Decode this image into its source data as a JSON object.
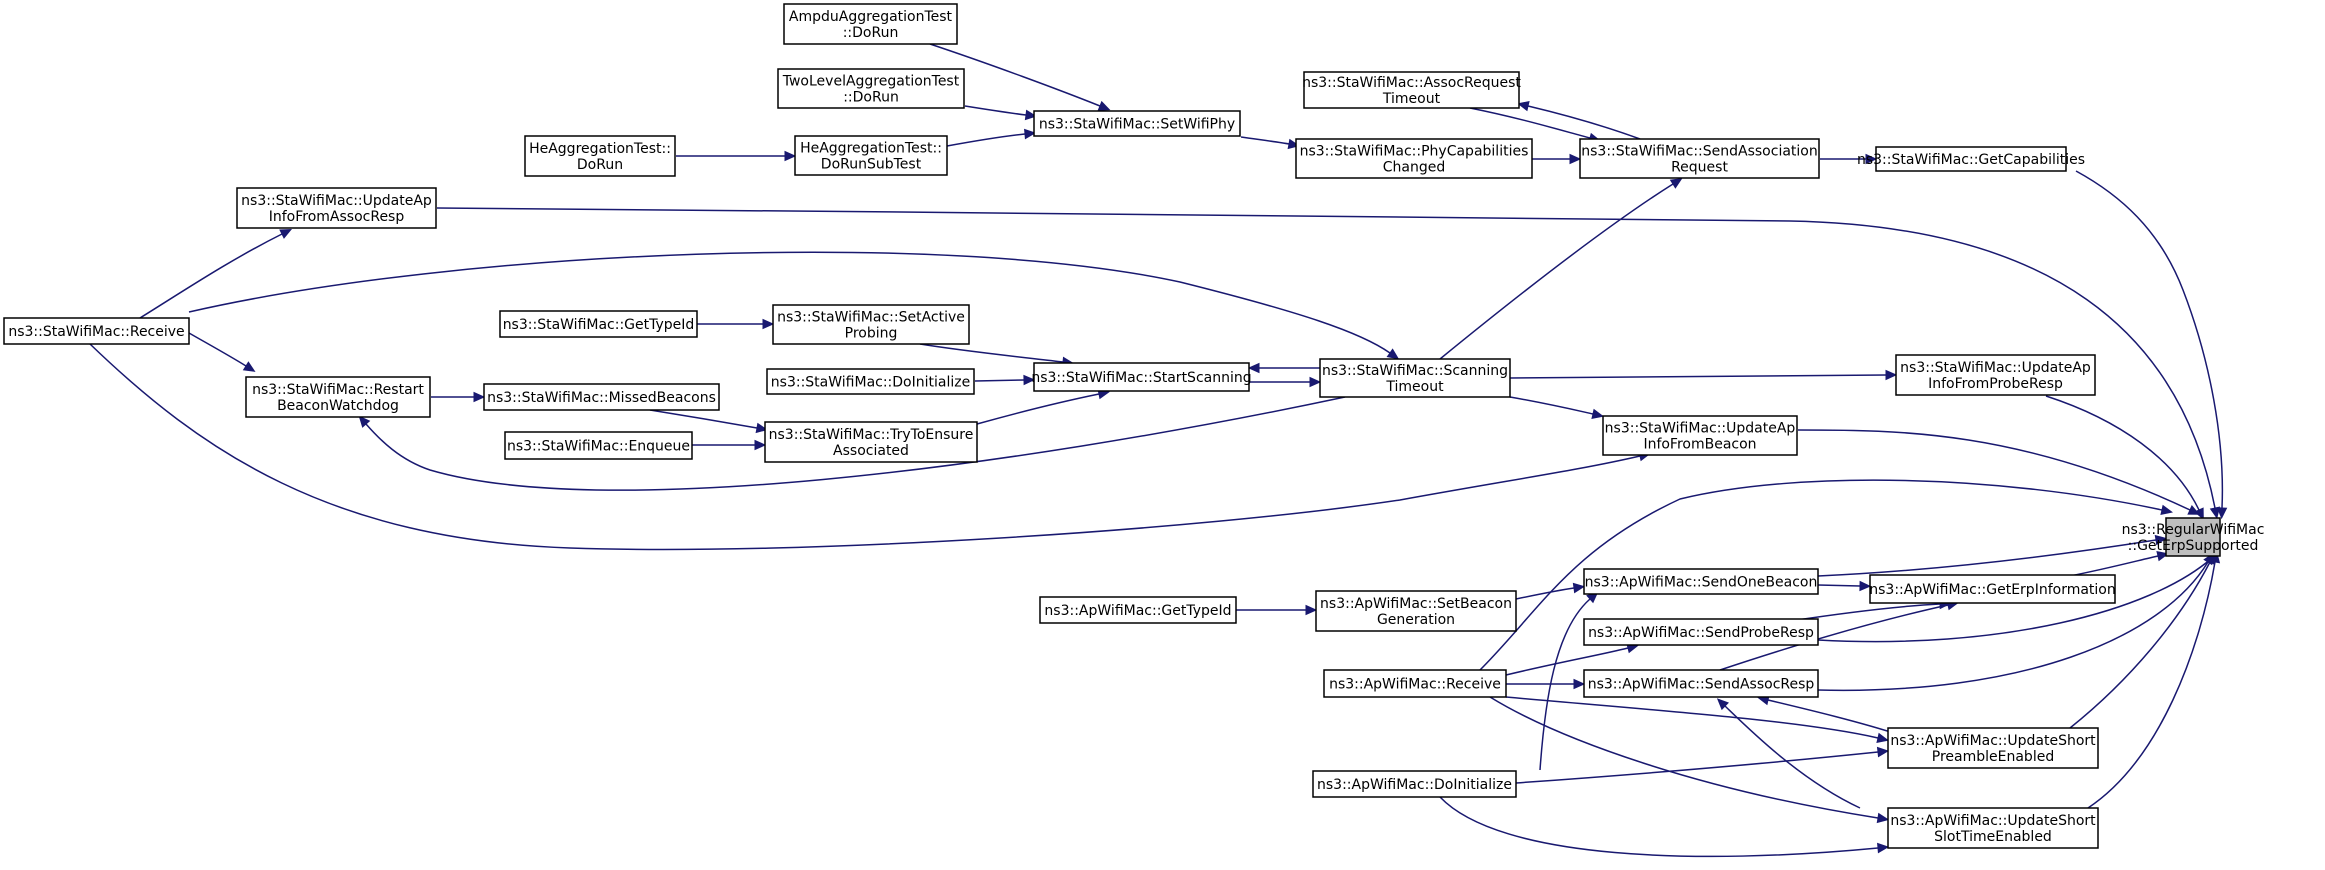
{
  "colors": {
    "edge": "#191970",
    "node_border": "#000000",
    "target_fill": "#bfbfbf",
    "background": "#ffffff"
  },
  "nodes": [
    {
      "id": "regular_geterp",
      "lines": [
        "ns3::RegularWifiMac",
        "::GetErpSupported"
      ],
      "highlight": true
    },
    {
      "id": "sta_getcaps",
      "lines": [
        "ns3::StaWifiMac::GetCapabilities"
      ]
    },
    {
      "id": "sta_sendassoc",
      "lines": [
        "ns3::StaWifiMac::SendAssociation",
        "Request"
      ]
    },
    {
      "id": "sta_assoctimeout",
      "lines": [
        "ns3::StaWifiMac::AssocRequest",
        "Timeout"
      ]
    },
    {
      "id": "sta_phycaps",
      "lines": [
        "ns3::StaWifiMac::PhyCapabilities",
        "Changed"
      ]
    },
    {
      "id": "sta_setwifiphy",
      "lines": [
        "ns3::StaWifiMac::SetWifiPhy"
      ]
    },
    {
      "id": "ampdu_dorun",
      "lines": [
        "AmpduAggregationTest",
        "::DoRun"
      ]
    },
    {
      "id": "twolevel_dorun",
      "lines": [
        "TwoLevelAggregationTest",
        "::DoRun"
      ]
    },
    {
      "id": "he_dorunsub",
      "lines": [
        "HeAggregationTest::",
        "DoRunSubTest"
      ]
    },
    {
      "id": "he_dorun",
      "lines": [
        "HeAggregationTest::",
        "DoRun"
      ]
    },
    {
      "id": "sta_updapassoc",
      "lines": [
        "ns3::StaWifiMac::UpdateAp",
        "InfoFromAssocResp"
      ]
    },
    {
      "id": "sta_receive",
      "lines": [
        "ns3::StaWifiMac::Receive"
      ]
    },
    {
      "id": "sta_scantimeout",
      "lines": [
        "ns3::StaWifiMac::Scanning",
        "Timeout"
      ]
    },
    {
      "id": "sta_startscan",
      "lines": [
        "ns3::StaWifiMac::StartScanning"
      ]
    },
    {
      "id": "sta_setactive",
      "lines": [
        "ns3::StaWifiMac::SetActive",
        "Probing"
      ]
    },
    {
      "id": "sta_gettypeid",
      "lines": [
        "ns3::StaWifiMac::GetTypeId"
      ]
    },
    {
      "id": "sta_doinit",
      "lines": [
        "ns3::StaWifiMac::DoInitialize"
      ]
    },
    {
      "id": "sta_tryassoc",
      "lines": [
        "ns3::StaWifiMac::TryToEnsure",
        "Associated"
      ]
    },
    {
      "id": "sta_enqueue",
      "lines": [
        "ns3::StaWifiMac::Enqueue"
      ]
    },
    {
      "id": "sta_missed",
      "lines": [
        "ns3::StaWifiMac::MissedBeacons"
      ]
    },
    {
      "id": "sta_restart",
      "lines": [
        "ns3::StaWifiMac::Restart",
        "BeaconWatchdog"
      ]
    },
    {
      "id": "sta_updapprobe",
      "lines": [
        "ns3::StaWifiMac::UpdateAp",
        "InfoFromProbeResp"
      ]
    },
    {
      "id": "sta_updapbeacon",
      "lines": [
        "ns3::StaWifiMac::UpdateAp",
        "InfoFromBeacon"
      ]
    },
    {
      "id": "ap_sendbeacon",
      "lines": [
        "ns3::ApWifiMac::SendOneBeacon"
      ]
    },
    {
      "id": "ap_geterpinfo",
      "lines": [
        "ns3::ApWifiMac::GetErpInformation"
      ]
    },
    {
      "id": "ap_setbeacon",
      "lines": [
        "ns3::ApWifiMac::SetBeacon",
        "Generation"
      ]
    },
    {
      "id": "ap_gettypeid",
      "lines": [
        "ns3::ApWifiMac::GetTypeId"
      ]
    },
    {
      "id": "ap_sendprobe",
      "lines": [
        "ns3::ApWifiMac::SendProbeResp"
      ]
    },
    {
      "id": "ap_receive",
      "lines": [
        "ns3::ApWifiMac::Receive"
      ]
    },
    {
      "id": "ap_sendassoc",
      "lines": [
        "ns3::ApWifiMac::SendAssocResp"
      ]
    },
    {
      "id": "ap_updpreamble",
      "lines": [
        "ns3::ApWifiMac::UpdateShort",
        "PreambleEnabled"
      ]
    },
    {
      "id": "ap_doinit",
      "lines": [
        "ns3::ApWifiMac::DoInitialize"
      ]
    },
    {
      "id": "ap_updslot",
      "lines": [
        "ns3::ApWifiMac::UpdateShort",
        "SlotTimeEnabled"
      ]
    }
  ],
  "edges": [
    {
      "from": "sta_getcaps",
      "to": "regular_geterp"
    },
    {
      "from": "sta_sendassoc",
      "to": "sta_getcaps"
    },
    {
      "from": "sta_assoctimeout",
      "to": "sta_sendassoc"
    },
    {
      "from": "sta_sendassoc",
      "to": "sta_assoctimeout"
    },
    {
      "from": "sta_phycaps",
      "to": "sta_sendassoc"
    },
    {
      "from": "sta_setwifiphy",
      "to": "sta_phycaps"
    },
    {
      "from": "ampdu_dorun",
      "to": "sta_setwifiphy"
    },
    {
      "from": "twolevel_dorun",
      "to": "sta_setwifiphy"
    },
    {
      "from": "he_dorunsub",
      "to": "sta_setwifiphy"
    },
    {
      "from": "he_dorun",
      "to": "he_dorunsub"
    },
    {
      "from": "sta_scantimeout",
      "to": "sta_sendassoc"
    },
    {
      "from": "sta_updapassoc",
      "to": "regular_geterp"
    },
    {
      "from": "sta_receive",
      "to": "sta_updapassoc"
    },
    {
      "from": "sta_receive",
      "to": "sta_scantimeout"
    },
    {
      "from": "sta_startscan",
      "to": "sta_scantimeout"
    },
    {
      "from": "sta_scantimeout",
      "to": "sta_startscan"
    },
    {
      "from": "sta_setactive",
      "to": "sta_startscan"
    },
    {
      "from": "sta_gettypeid",
      "to": "sta_setactive"
    },
    {
      "from": "sta_doinit",
      "to": "sta_startscan"
    },
    {
      "from": "sta_tryassoc",
      "to": "sta_startscan"
    },
    {
      "from": "sta_enqueue",
      "to": "sta_tryassoc"
    },
    {
      "from": "sta_missed",
      "to": "sta_tryassoc"
    },
    {
      "from": "sta_restart",
      "to": "sta_missed"
    },
    {
      "from": "sta_receive",
      "to": "sta_restart"
    },
    {
      "from": "sta_scantimeout",
      "to": "sta_restart"
    },
    {
      "from": "sta_scantimeout",
      "to": "sta_updapprobe"
    },
    {
      "from": "sta_updapprobe",
      "to": "regular_geterp"
    },
    {
      "from": "sta_scantimeout",
      "to": "sta_updapbeacon"
    },
    {
      "from": "sta_updapbeacon",
      "to": "regular_geterp"
    },
    {
      "from": "sta_receive",
      "to": "sta_updapbeacon"
    },
    {
      "from": "ap_receive",
      "to": "regular_geterp"
    },
    {
      "from": "ap_sendbeacon",
      "to": "regular_geterp"
    },
    {
      "from": "ap_sendbeacon",
      "to": "ap_geterpinfo"
    },
    {
      "from": "ap_geterpinfo",
      "to": "regular_geterp"
    },
    {
      "from": "ap_setbeacon",
      "to": "ap_sendbeacon"
    },
    {
      "from": "ap_gettypeid",
      "to": "ap_setbeacon"
    },
    {
      "from": "ap_doinit",
      "to": "ap_sendbeacon"
    },
    {
      "from": "ap_sendprobe",
      "to": "ap_geterpinfo"
    },
    {
      "from": "ap_sendprobe",
      "to": "regular_geterp"
    },
    {
      "from": "ap_receive",
      "to": "ap_sendprobe"
    },
    {
      "from": "ap_sendassoc",
      "to": "ap_geterpinfo"
    },
    {
      "from": "ap_sendassoc",
      "to": "regular_geterp"
    },
    {
      "from": "ap_receive",
      "to": "ap_sendassoc"
    },
    {
      "from": "ap_updpreamble",
      "to": "ap_sendassoc"
    },
    {
      "from": "ap_updpreamble",
      "to": "regular_geterp"
    },
    {
      "from": "ap_receive",
      "to": "ap_updpreamble"
    },
    {
      "from": "ap_doinit",
      "to": "ap_updpreamble"
    },
    {
      "from": "ap_updslot",
      "to": "ap_sendassoc"
    },
    {
      "from": "ap_updslot",
      "to": "regular_geterp"
    },
    {
      "from": "ap_receive",
      "to": "ap_updslot"
    },
    {
      "from": "ap_doinit",
      "to": "ap_updslot"
    }
  ]
}
